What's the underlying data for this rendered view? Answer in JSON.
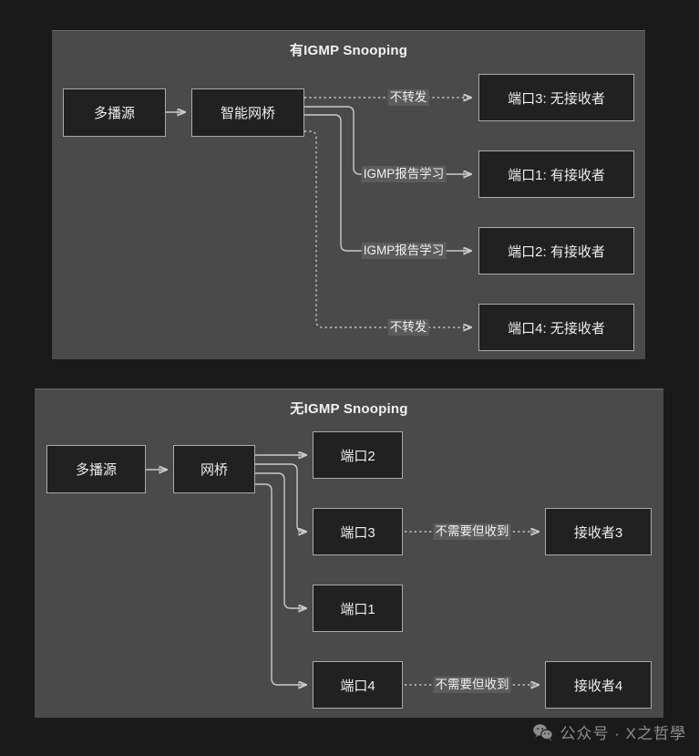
{
  "page": {
    "background_color": "#1a1a1a",
    "panel_color": "#4a4a4a",
    "node_fill": "#212121",
    "node_border": "#a9a9a9",
    "wire_color": "#c9c9c9",
    "label_background": "#5c5c5c"
  },
  "panels": [
    {
      "id": "with-igmp-snooping",
      "title": "有IGMP Snooping",
      "nodes": [
        {
          "id": "source",
          "label": "多播源"
        },
        {
          "id": "bridge",
          "label": "智能网桥"
        },
        {
          "id": "port3",
          "label": "端口3: 无接收者"
        },
        {
          "id": "port1",
          "label": "端口1: 有接收者"
        },
        {
          "id": "port2",
          "label": "端口2: 有接收者"
        },
        {
          "id": "port4",
          "label": "端口4: 无接收者"
        }
      ],
      "edges": [
        {
          "from": "source",
          "to": "bridge",
          "label": "",
          "style": "solid"
        },
        {
          "from": "bridge",
          "to": "port3",
          "label": "不转发",
          "style": "dotted"
        },
        {
          "from": "bridge",
          "to": "port1",
          "label": "IGMP报告学习",
          "style": "solid"
        },
        {
          "from": "bridge",
          "to": "port2",
          "label": "IGMP报告学习",
          "style": "solid"
        },
        {
          "from": "bridge",
          "to": "port4",
          "label": "不转发",
          "style": "dotted"
        }
      ]
    },
    {
      "id": "without-igmp-snooping",
      "title": "无IGMP Snooping",
      "nodes": [
        {
          "id": "source",
          "label": "多播源"
        },
        {
          "id": "bridge",
          "label": "网桥"
        },
        {
          "id": "port2",
          "label": "端口2"
        },
        {
          "id": "port3",
          "label": "端口3"
        },
        {
          "id": "port1",
          "label": "端口1"
        },
        {
          "id": "port4",
          "label": "端口4"
        },
        {
          "id": "receiver3",
          "label": "接收者3"
        },
        {
          "id": "receiver4",
          "label": "接收者4"
        }
      ],
      "edges": [
        {
          "from": "source",
          "to": "bridge",
          "label": "",
          "style": "solid"
        },
        {
          "from": "bridge",
          "to": "port2",
          "label": "",
          "style": "solid"
        },
        {
          "from": "bridge",
          "to": "port3",
          "label": "",
          "style": "solid"
        },
        {
          "from": "bridge",
          "to": "port1",
          "label": "",
          "style": "solid"
        },
        {
          "from": "bridge",
          "to": "port4",
          "label": "",
          "style": "solid"
        },
        {
          "from": "port3",
          "to": "receiver3",
          "label": "不需要但收到",
          "style": "dotted"
        },
        {
          "from": "port4",
          "to": "receiver4",
          "label": "不需要但收到",
          "style": "dotted"
        }
      ]
    }
  ],
  "watermark": {
    "icon": "wechat-icon",
    "text": "公众号 · X之哲學"
  }
}
